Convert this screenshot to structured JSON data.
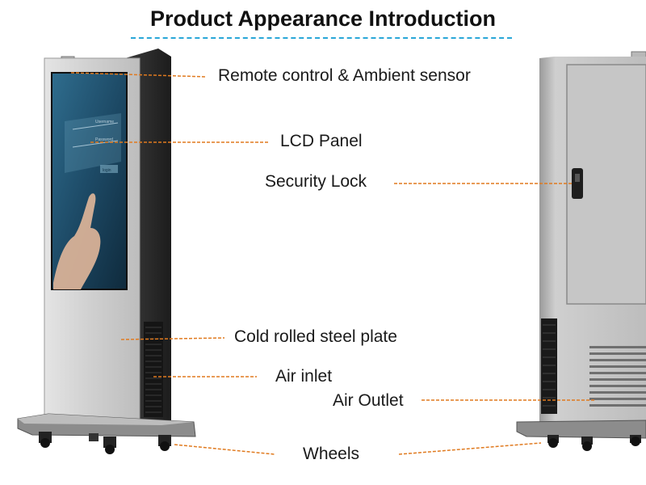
{
  "title": "Product Appearance Introduction",
  "colors": {
    "title_underline": "#2aa7d8",
    "leader_line": "#e07a1f",
    "cabinet_body": "#c9c9c9",
    "cabinet_side": "#2b2b2b",
    "screen": "#1d4a66"
  },
  "screen_ui_text": {
    "username": "Username",
    "password": "Password",
    "login": "login"
  },
  "labels": {
    "remote_control": "Remote control & Ambient sensor",
    "lcd_panel": "LCD Panel",
    "security_lock": "Security Lock",
    "steel_plate": "Cold rolled steel plate",
    "air_inlet": "Air inlet",
    "air_outlet": "Air Outlet",
    "wheels": "Wheels"
  }
}
